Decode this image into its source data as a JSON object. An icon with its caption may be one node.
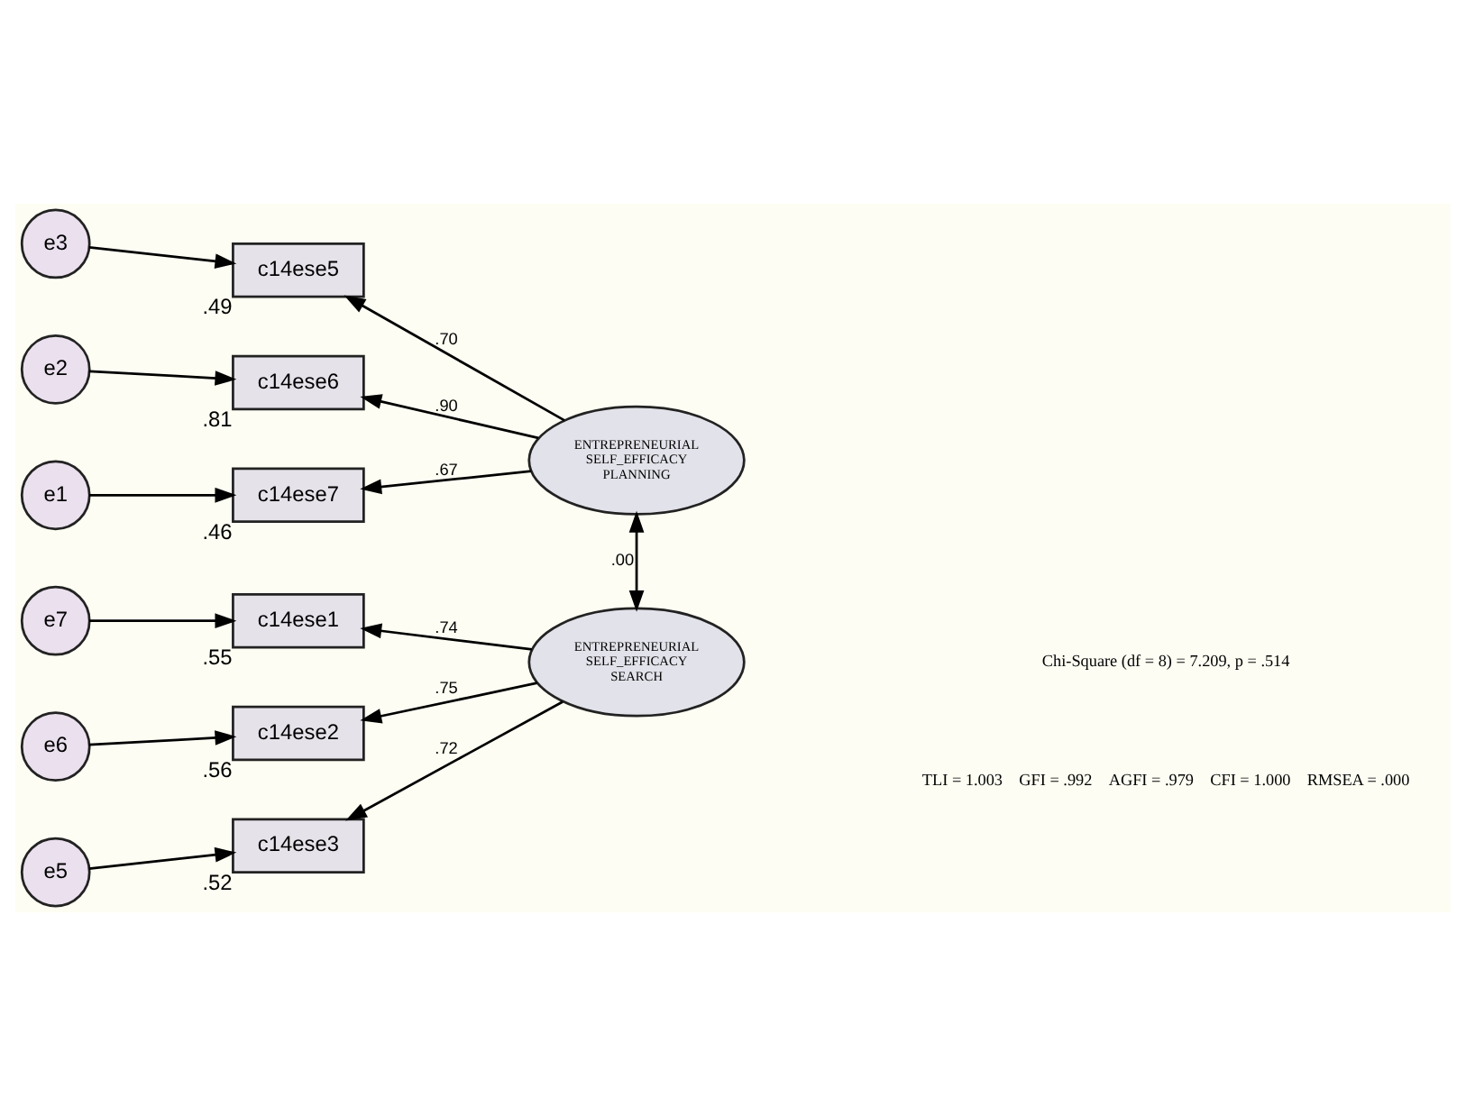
{
  "diagram": {
    "nodes": [
      {
        "text": [
          "e3"
        ]
      },
      {
        "text": [
          "e2"
        ]
      },
      {
        "text": [
          "e1"
        ]
      },
      {
        "text": [
          "e7"
        ]
      },
      {
        "text": [
          "e6"
        ]
      },
      {
        "text": [
          "e5"
        ]
      },
      {
        "text": [
          "c14ese5"
        ],
        "beside": [
          ".49"
        ]
      },
      {
        "text": [
          "c14ese6"
        ],
        "beside": [
          ".81"
        ]
      },
      {
        "text": [
          "c14ese7"
        ],
        "beside": [
          ".46"
        ]
      },
      {
        "text": [
          "c14ese1"
        ],
        "beside": [
          ".55"
        ]
      },
      {
        "text": [
          "c14ese2"
        ],
        "beside": [
          ".56"
        ]
      },
      {
        "text": [
          "c14ese3"
        ],
        "beside": [
          ".52"
        ]
      },
      {
        "text": [
          "ENTREPRENEURIAL SELF_EFFICACY PLANNING"
        ]
      },
      {
        "text": [
          "ENTREPRENEURIAL SELF_EFFICACY SEARCH"
        ]
      }
    ],
    "edges": [
      {
        "from": 0,
        "to": 6,
        "arrow": "to"
      },
      {
        "from": 1,
        "to": 7,
        "arrow": "to"
      },
      {
        "from": 2,
        "to": 8,
        "arrow": "to"
      },
      {
        "from": 3,
        "to": 9,
        "arrow": "to"
      },
      {
        "from": 4,
        "to": 10,
        "arrow": "to"
      },
      {
        "from": 5,
        "to": 11,
        "arrow": "to"
      },
      {
        "from": 12,
        "to": 6,
        "arrow": "to",
        "label": ".70"
      },
      {
        "from": 12,
        "to": 7,
        "arrow": "to",
        "label": ".90"
      },
      {
        "from": 12,
        "to": 8,
        "arrow": "to",
        "label": ".67"
      },
      {
        "from": 13,
        "to": 9,
        "arrow": "to",
        "label": ".74"
      },
      {
        "from": 13,
        "to": 10,
        "arrow": "to",
        "label": ".75"
      },
      {
        "from": 13,
        "to": 11,
        "arrow": "to",
        "label": ".72"
      },
      {
        "from": 12,
        "to": 13,
        "arrow": "both",
        "label": ".00"
      }
    ],
    "labels": [
      "Chi-Square (df = 8) = 7.209, p = .514",
      "TLI = 1.003    GFI = .992    AGFI = .979    CFI = 1.000    RMSEA = .000"
    ]
  }
}
